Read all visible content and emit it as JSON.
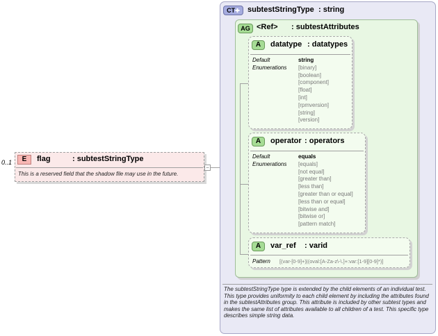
{
  "element": {
    "badge": "E",
    "occurs": "0..1",
    "name": "flag",
    "type": ": subtestStringType",
    "description": "This is a reserved field that the shadow file may use in the future.",
    "expand_symbol": "−"
  },
  "complex_type": {
    "badge": "CT",
    "badge_suffix": "✚",
    "name": "subtestStringType",
    "type": ": string",
    "description": "The subtestStringType type is extended by the child elements of an individual test.  This type provides uniformity to each child element by including the attributes found in the subtestAttributes group.  This attribute is included by other subtest types and makes the same list of attributes available to all children of a test.  This specific type describes simple string data."
  },
  "attribute_group": {
    "badge": "AG",
    "ref": "<Ref>",
    "name": ": subtestAttributes"
  },
  "attributes": [
    {
      "badge": "A",
      "name": "datatype",
      "type": ": datatypes",
      "default_label": "Default",
      "default_value": "string",
      "enum_label": "Enumerations",
      "enumerations": [
        "[binary]",
        "[boolean]",
        "[component]",
        "[float]",
        "[int]",
        "[rpmversion]",
        "[string]",
        "[version]"
      ]
    },
    {
      "badge": "A",
      "name": "operator",
      "type": ": operators",
      "default_label": "Default",
      "default_value": "equals",
      "enum_label": "Enumerations",
      "enumerations": [
        "[equals]",
        "[not equal]",
        "[greater than]",
        "[less than]",
        "[greater than or equal]",
        "[less than or equal]",
        "[bitwise and]",
        "[bitwise or]",
        "[pattern match]"
      ]
    },
    {
      "badge": "A",
      "name": "var_ref",
      "type": ": varid",
      "pattern_label": "Pattern",
      "pattern_value": "[(var-[0-9]+)|(oval:[A-Za-z\\-\\.]+:var:[1-9][0-9]*)]"
    }
  ],
  "colors": {
    "element_fill": "#fbe9e9",
    "element_badge": "#f8b7b4",
    "complex_type_fill": "#e9e9f5",
    "complex_type_badge": "#a6acdf",
    "attribute_group_fill": "#e8f7e3",
    "attribute_fill": "#f3fcef",
    "attribute_badge": "#a6dc95"
  }
}
